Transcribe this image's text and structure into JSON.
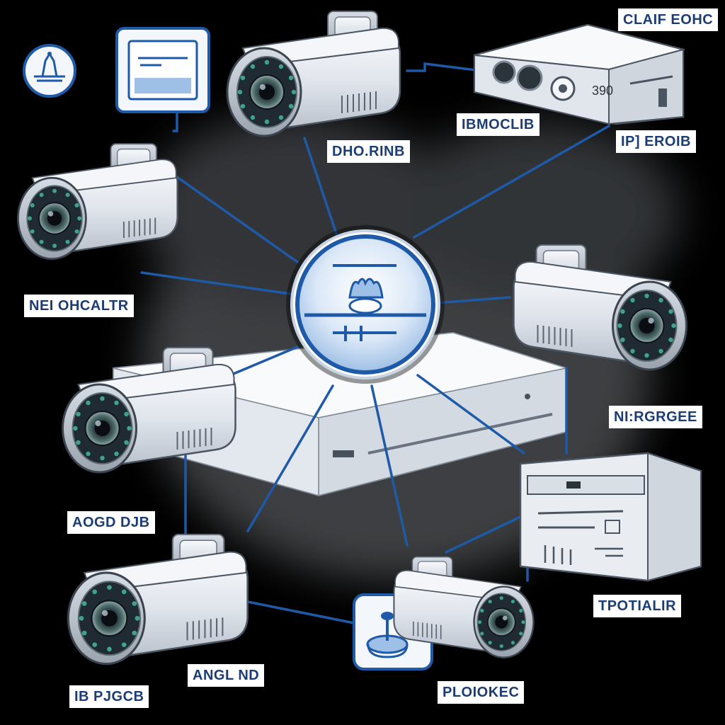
{
  "labels": {
    "top_right_title": "CLAIF EOHC",
    "dvr_left": "IBMOCLIB",
    "dvr_right": "IP] EROIB",
    "cam_top": "DHO.RINB",
    "cam_left_top": "NEI OHCALTR",
    "cam_right_mid": "NI:RGRGEE",
    "cam_left_mid": "AOGD DJB",
    "server_right": "TPOTIALIR",
    "cam_bottom_left_a": "ANGL ND",
    "cam_bottom_left_b": "IB PJGCB",
    "cam_bottom": "PLOIOKEC"
  },
  "devices": {
    "dvr_display": "390"
  },
  "icons": [
    "network-hub-icon",
    "monitor-icon",
    "router-icon",
    "joystick-icon",
    "cctv-camera-icon",
    "dvr-box-icon",
    "storage-server-icon",
    "nvr-recorder-icon"
  ],
  "colors": {
    "background": "#000000",
    "line_blue": "#1e5aa8",
    "label_text": "#1c3d73",
    "label_bg": "#ffffff",
    "device_silver": "#dde3ea",
    "lens_green": "#2f8f7a"
  }
}
